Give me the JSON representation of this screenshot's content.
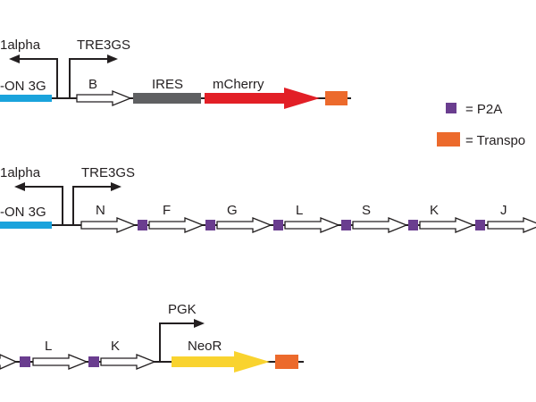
{
  "colors": {
    "rtta": "#1aa3dc",
    "ires": "#5f6062",
    "mcherry": "#e21f26",
    "neor": "#f9d32f",
    "p2a": "#6a3d8f",
    "transposon": "#ec6a2c",
    "line": "#231f20"
  },
  "construct1": {
    "ef1a_label": "1alpha",
    "tre_label": "TRE3GS",
    "rtta_label": "-ON 3G",
    "gene_b": "B",
    "ires_label": "IRES",
    "mcherry_label": "mCherry"
  },
  "construct2": {
    "ef1a_label": "1alpha",
    "tre_label": "TRE3GS",
    "rtta_label": "-ON 3G",
    "genes": [
      "N",
      "F",
      "G",
      "L",
      "S",
      "K",
      "J"
    ]
  },
  "construct3": {
    "genes": [
      "L",
      "K"
    ],
    "pgk_label": "PGK",
    "neor_label": "NeoR"
  },
  "legend": {
    "p2a_label": "= P2A",
    "transposon_label": "= Transpo"
  }
}
